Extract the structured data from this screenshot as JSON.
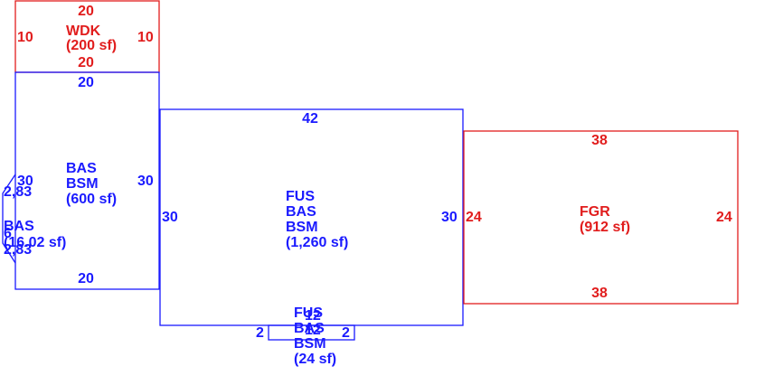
{
  "colors": {
    "living": "#1a1aff",
    "garage": "#e11d1d"
  },
  "wdk": {
    "name": "WDK",
    "area": "(200 sf)",
    "top": "20",
    "bottom": "20",
    "left": "10",
    "right": "10"
  },
  "bas1": {
    "name1": "BAS",
    "name2": "BSM",
    "area": "(600 sf)",
    "top": "20",
    "bottom": "20",
    "left": "30",
    "right": "30"
  },
  "main": {
    "name1": "FUS",
    "name2": "BAS",
    "name3": "BSM",
    "area": "(1,260 sf)",
    "top": "42",
    "left": "30",
    "right": "30"
  },
  "fgr": {
    "name": "FGR",
    "area": "(912 sf)",
    "top": "38",
    "bottom": "38",
    "left": "24",
    "right": "24"
  },
  "bay": {
    "name": "BAS",
    "area": "(16.02 sf)",
    "upper": "2,83",
    "lower": "2,83",
    "mid": "6"
  },
  "small": {
    "name1": "FUS",
    "name2": "BAS",
    "name3": "BSM",
    "area": "(24 sf)",
    "left": "2",
    "right": "2",
    "top": "12",
    "bottom": "12"
  }
}
